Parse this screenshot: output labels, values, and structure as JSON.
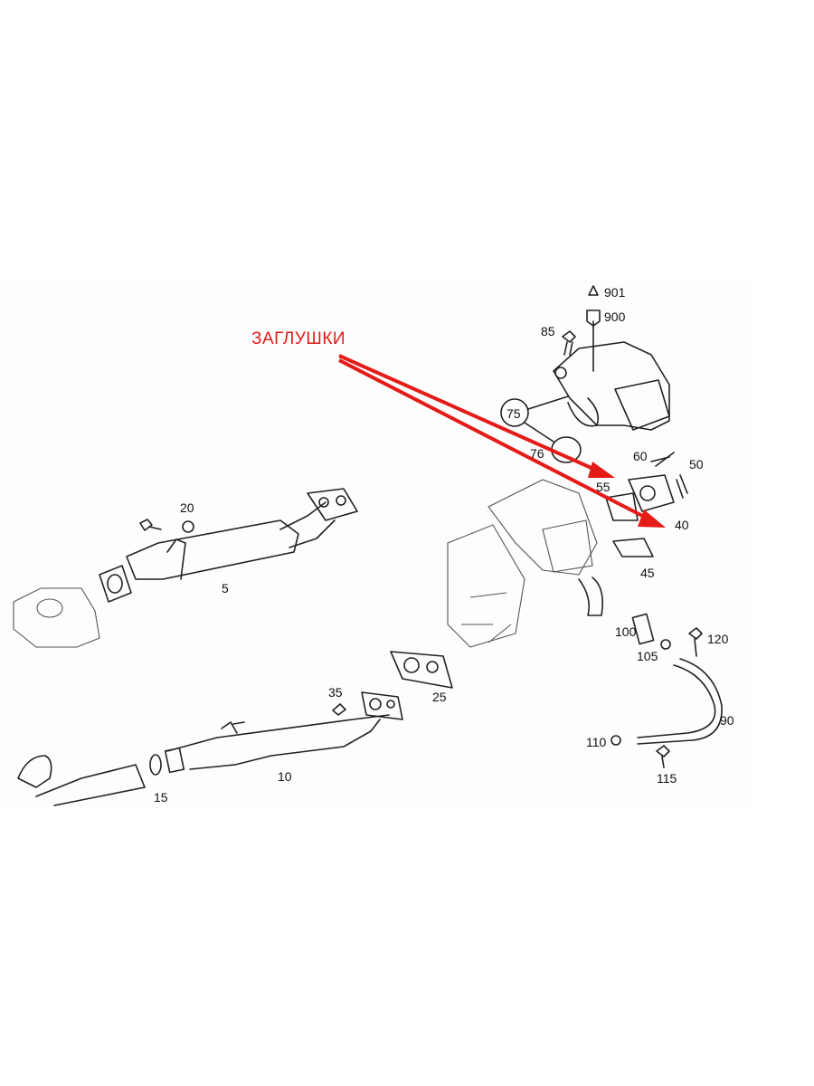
{
  "annotation": {
    "text": "ЗАГЛУШКИ",
    "color": "#e41b17"
  },
  "callouts": {
    "p901": "901",
    "p900": "900",
    "p85": "85",
    "p75": "75",
    "p76": "76",
    "p60": "60",
    "p50": "50",
    "p55": "55",
    "p40": "40",
    "p45": "45",
    "p20": "20",
    "p5": "5",
    "p100": "100",
    "p105": "105",
    "p120": "120",
    "p90": "90",
    "p110": "110",
    "p115": "115",
    "p35": "35",
    "p25": "25",
    "p10": "10",
    "p15": "15"
  }
}
